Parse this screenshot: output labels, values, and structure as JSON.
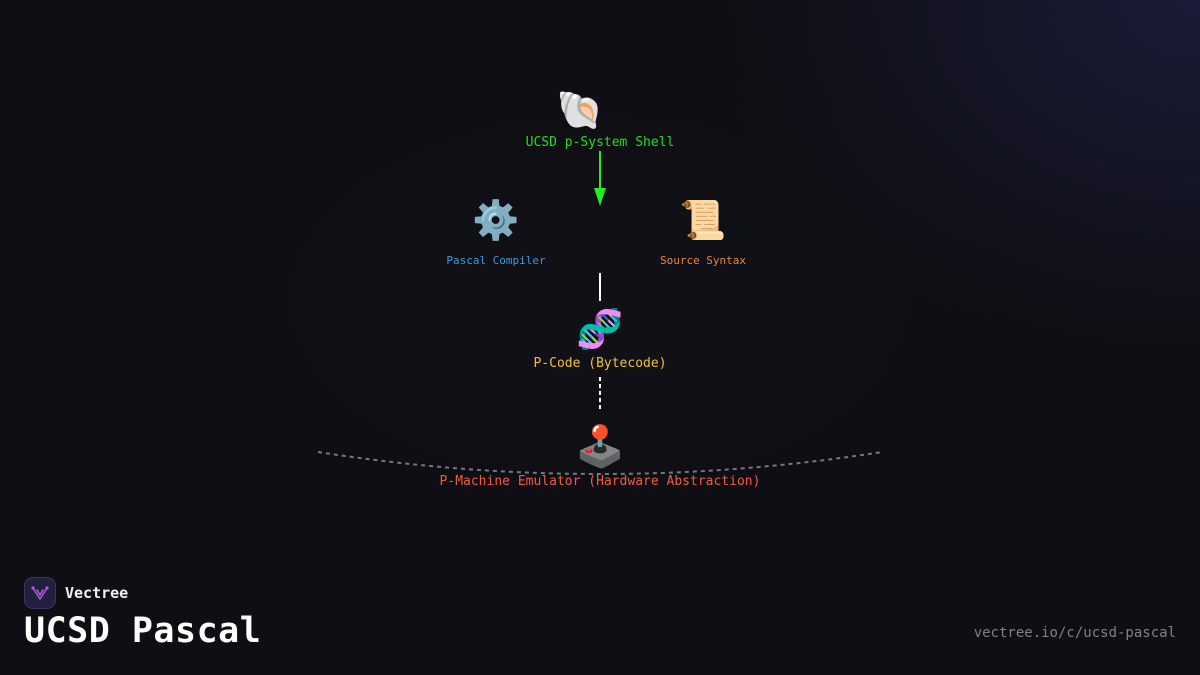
{
  "diagram": {
    "nodes": {
      "shell": {
        "icon": "🐚",
        "icon_name": "shell-icon",
        "label": "UCSD p-System Shell",
        "color": "#22dd22"
      },
      "compiler": {
        "icon": "⚙️",
        "icon_name": "gear-icon",
        "label": "Pascal Compiler",
        "color": "#3d9bd8"
      },
      "source": {
        "icon": "📜",
        "icon_name": "scroll-icon",
        "label": "Source Syntax",
        "color": "#e58a3a"
      },
      "pcode": {
        "icon": "🧬",
        "icon_name": "dna-icon",
        "label": "P-Code (Bytecode)",
        "color": "#f1c232"
      },
      "emulator": {
        "icon": "🕹️",
        "icon_name": "joystick-icon",
        "label": "P-Machine Emulator (Hardware Abstraction)",
        "color": "#f05a45"
      }
    },
    "connector_colors": {
      "arrow": "#22ee22",
      "line": "#ffffff",
      "dashed": "#ffffff",
      "arc": "#77777f"
    }
  },
  "brand": {
    "name": "Vectree",
    "logo_icon": "vectree-logo-icon",
    "logo_color": "#b15ad8"
  },
  "footer": {
    "title": "UCSD Pascal",
    "url": "vectree.io/c/ucsd-pascal"
  }
}
